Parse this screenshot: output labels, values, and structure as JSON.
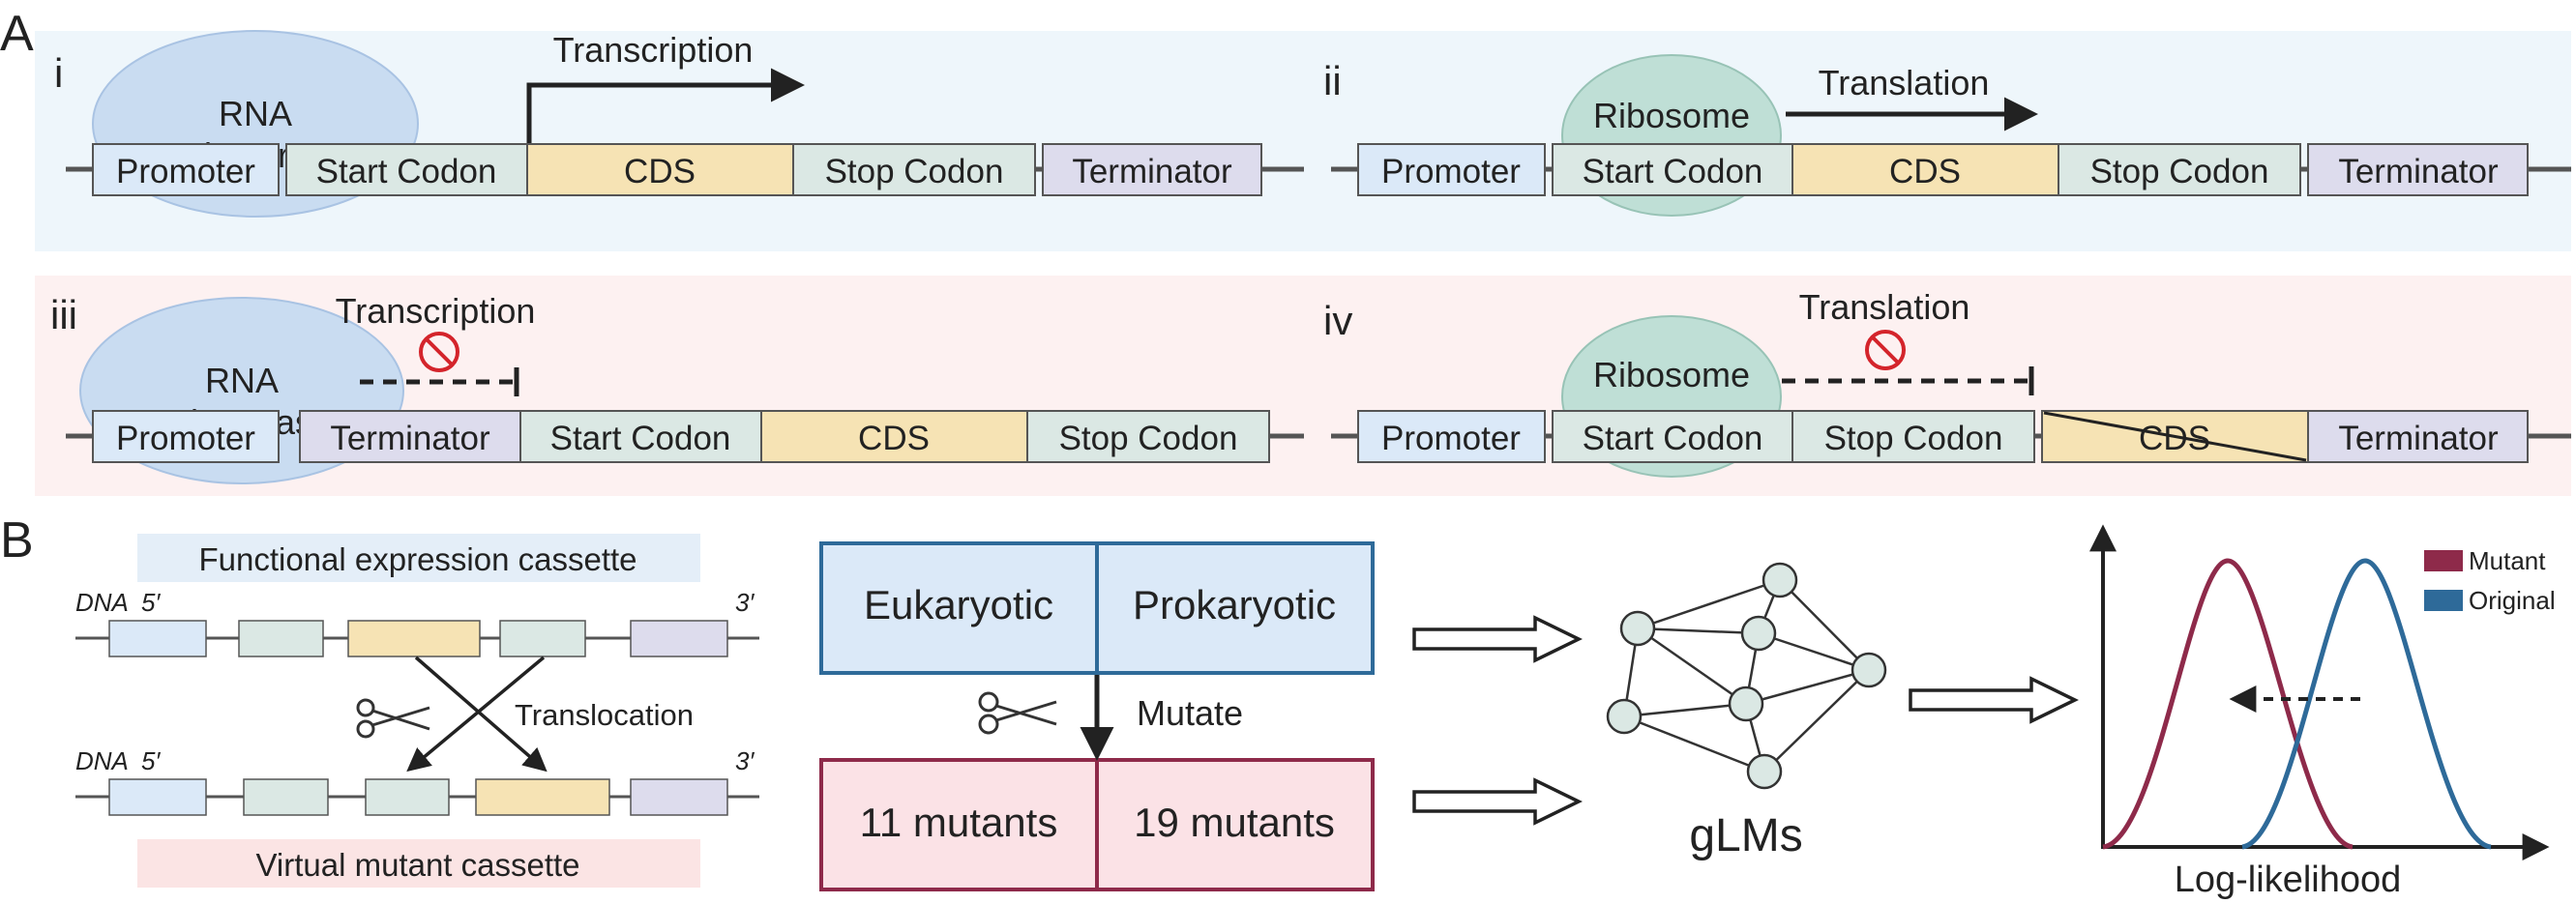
{
  "panels": {
    "a_label": "A",
    "b_label": "B"
  },
  "sub": {
    "i": "i",
    "ii": "ii",
    "iii": "iii",
    "iv": "iv"
  },
  "rna_polymerase": {
    "line1": "RNA",
    "line2": "polymerase"
  },
  "ribosome": "Ribosome",
  "process": {
    "transcription": "Transcription",
    "translation": "Translation"
  },
  "parts": {
    "promoter": "Promoter",
    "start_codon": "Start Codon",
    "cds": "CDS",
    "stop_codon": "Stop Codon",
    "terminator": "Terminator"
  },
  "panel_b": {
    "functional_label": "Functional expression cassette",
    "virtual_label": "Virtual mutant cassette",
    "dna": "DNA",
    "five_prime": "5′",
    "three_prime": "3′",
    "translocation": "Translocation",
    "eukaryotic": "Eukaryotic",
    "prokaryotic": "Prokaryotic",
    "mutate": "Mutate",
    "euk_mutants": "11 mutants",
    "prok_mutants": "19 mutants",
    "glms": "gLMs",
    "x_axis": "Log-likelihood",
    "legend": [
      {
        "name": "Mutant",
        "color": "#8e2a4a"
      },
      {
        "name": "Original",
        "color": "#2e6a99"
      }
    ]
  },
  "colors": {
    "promoter": "#dbe9f8",
    "codon": "#dbe8e4",
    "cds": "#f6e3b4",
    "terminator": "#dddced",
    "polymerase": "#c9dcf1",
    "ribosome": "#bfdfd6",
    "band_top": "#eef6fb",
    "band_bottom": "#fdf1f1",
    "block_reject": "#d4242b"
  }
}
